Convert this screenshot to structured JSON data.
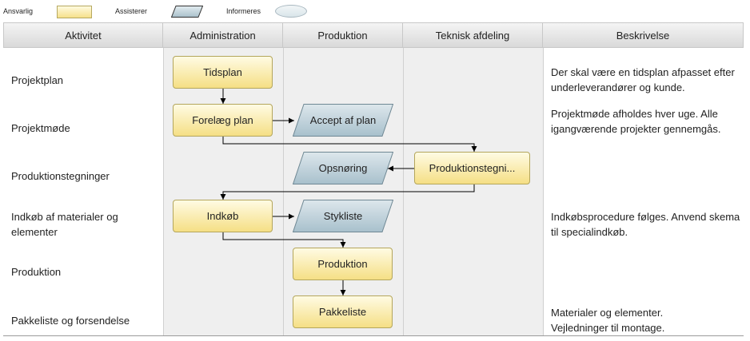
{
  "legend": {
    "responsible": "Ansvarlig",
    "assist": "Assisterer",
    "inform": "Informeres"
  },
  "columns": [
    "Aktivitet",
    "Administration",
    "Produktion",
    "Teknisk afdeling",
    "Beskrivelse"
  ],
  "rows": [
    "Projektplan",
    "Projektmøde",
    "Produktionstegninger",
    "Indkøb af materialer og elementer",
    "Produktion",
    "Pakkeliste og forsendelse"
  ],
  "descriptions": {
    "projektplan": "Der skal være en tidsplan afpasset efter underleverandører og kunde.",
    "projektmode": "Projektmøde afholdes hver uge. Alle igangværende projekter gennemgås.",
    "indkob": "Indkøbsprocedure følges. Anvend skema til specialindkøb.",
    "pakkeliste": "Materialer og elementer. Vejledninger til montage."
  },
  "shapes": {
    "tidsplan": "Tidsplan",
    "forelaeg_plan": "Forelæg plan",
    "accept_af_plan": "Accept af plan",
    "produktionstegninger": "Produktionstegni...",
    "opsnoring": "Opsnøring",
    "indkob": "Indkøb",
    "stykliste": "Stykliste",
    "produktion": "Produktion",
    "pakkeliste": "Pakkeliste"
  },
  "colors": {
    "responsible_fill": "#f5df85",
    "assist_fill": "#b9cdd6",
    "inform_fill": "#d9e5ea",
    "lane_shade": "#efefef"
  }
}
